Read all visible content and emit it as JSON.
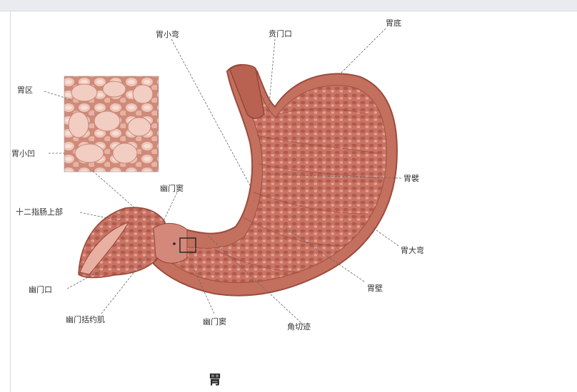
{
  "labels": {
    "lesser_curvature": "胃小弯",
    "cardia": "贲门口",
    "fundus": "胃底",
    "gastric_area": "胃区",
    "gastric_pit": "胃小凹",
    "pylorus_sphincter_region": "幽门窦",
    "duodenum_upper": "十二指肠上部",
    "folds": "胃襞",
    "greater_curvature": "胃大弯",
    "wall": "胃壁",
    "pyloric_opening": "幽门口",
    "pyloric_sphincter": "幽门括约肌",
    "pyloric_antrum": "幽门窦",
    "angular_notch": "角切迹"
  },
  "caption": "胃",
  "colors": {
    "tissue": "#c9796a",
    "tissue_dark": "#a85547",
    "tissue_light": "#efc1b2",
    "lining": "#d98d7c"
  }
}
